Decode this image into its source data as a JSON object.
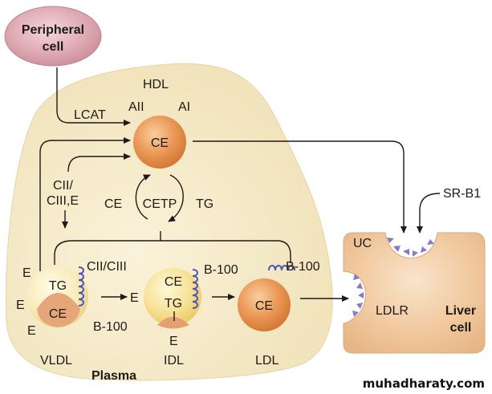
{
  "diagram": {
    "title": "Lipoprotein metabolism",
    "nodes": {
      "peripheral_cell": "Peripheral\ncell",
      "peripheral_line1": "Peripheral",
      "peripheral_line2": "cell",
      "plasma": "Plasma",
      "liver_line1": "Liver",
      "liver_line2": "cell"
    },
    "hdl": {
      "name": "HDL",
      "core": "CE",
      "apo_a2": "AII",
      "apo_a1": "AI",
      "enzyme": "LCAT"
    },
    "cetp": {
      "name": "CETP",
      "left": "CE",
      "right": "TG"
    },
    "transfer_label_line1": "CII/",
    "transfer_label_line2": "CIII,E",
    "vldl": {
      "name": "VLDL",
      "tg": "TG",
      "ce": "CE",
      "apo_e1": "E",
      "apo_e2": "E",
      "apo_e3": "E",
      "apo_c": "CII/CIII",
      "apo_b": "B-100"
    },
    "step_label": "E",
    "idl": {
      "name": "IDL",
      "ce": "CE",
      "tg": "TG",
      "apo_e": "E",
      "apo_b": "B-100"
    },
    "ldl": {
      "name": "LDL",
      "ce": "CE",
      "apo_b": "B-100"
    },
    "liver": {
      "uc": "UC",
      "ldlr": "LDLR",
      "srb1": "SR-B1"
    },
    "colors": {
      "plasma": "#f3e7c4",
      "peripheral": "#d9a3ac",
      "hdl_core": "#e38a45",
      "liver": "#f1c99f",
      "receptor": "#8a78c6",
      "helix": "#4e55b4"
    }
  },
  "watermark": "muhadharaty.com"
}
